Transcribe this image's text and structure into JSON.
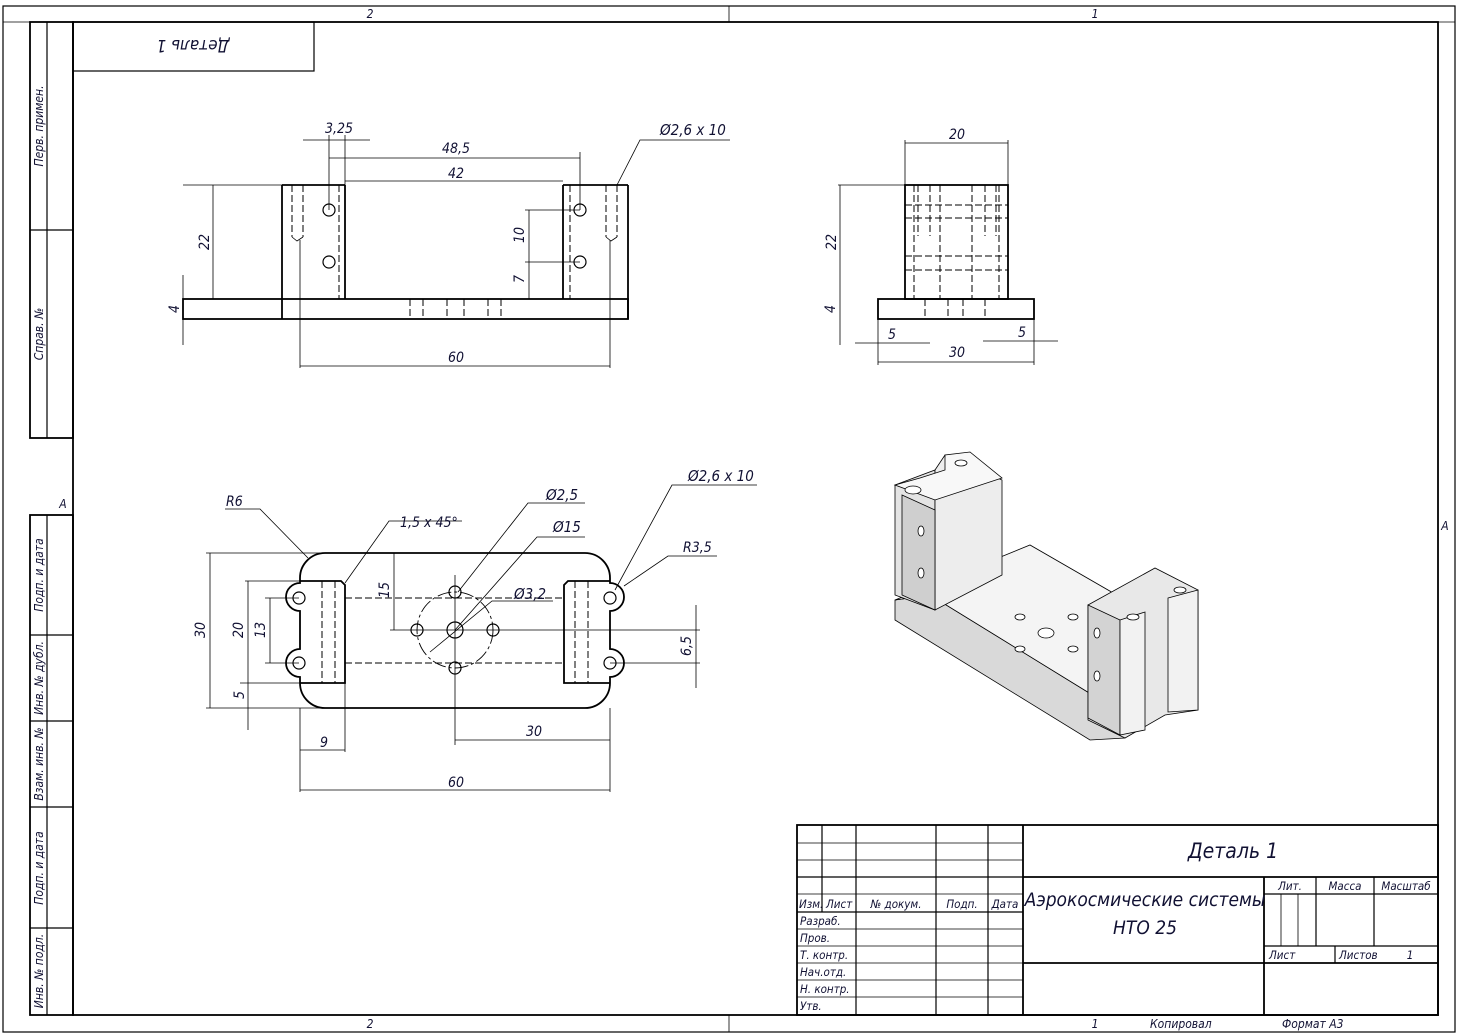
{
  "frame": {
    "zones_top": [
      "2",
      "1"
    ],
    "zones_bottom": [
      "2",
      "1"
    ],
    "zone_side_left": "A",
    "zone_side_right": "A",
    "mirrored_title": "Деталь 1",
    "side_strip": [
      "Перв. примен.",
      "Справ. №",
      "Подп. и дата",
      "Инв. № дубл.",
      "Взам. инв. №",
      "Подп. и дата",
      "Инв. № подл."
    ],
    "copied_label": "Копировал",
    "copied_number": "1",
    "format_label": "Формат А3"
  },
  "front_view": {
    "dims": {
      "d325": "3,25",
      "d485": "48,5",
      "d42": "42",
      "d22": "22",
      "d4": "4",
      "d10": "10",
      "d7": "7",
      "d60": "60"
    },
    "hole_note": "Ø2,6 x 10"
  },
  "side_view": {
    "dims": {
      "d20": "20",
      "d22": "22",
      "d4": "4",
      "d5a": "5",
      "d5b": "5",
      "d30": "30"
    }
  },
  "bottom_view": {
    "dims": {
      "d30v": "30",
      "d20": "20",
      "d13": "13",
      "d5": "5",
      "d15": "15",
      "d65": "6,5",
      "d9": "9",
      "d30h": "30",
      "d60": "60"
    },
    "notes": {
      "r6": "R6",
      "chamfer": "1,5 x 45°",
      "d25": "Ø2,5",
      "d15c": "Ø15",
      "d32": "Ø3,2",
      "hole": "Ø2,6 x 10",
      "r35": "R3,5"
    }
  },
  "title_block": {
    "part_name": "Деталь 1",
    "org_line1": "Аэрокосмические системы",
    "org_line2": "НТО 25",
    "headers": {
      "izm": "Изм.",
      "list": "Лист",
      "doc": "№ докум.",
      "sign": "Подп.",
      "date": "Дата"
    },
    "roles": [
      "Разраб.",
      "Пров.",
      "Т. контр.",
      "Нач.отд.",
      "Н. контр.",
      "Утв."
    ],
    "lit": "Лит.",
    "mass": "Масса",
    "scale": "Масштаб",
    "sheet": "Лист",
    "sheets": "Листов",
    "sheets_value": "1"
  }
}
